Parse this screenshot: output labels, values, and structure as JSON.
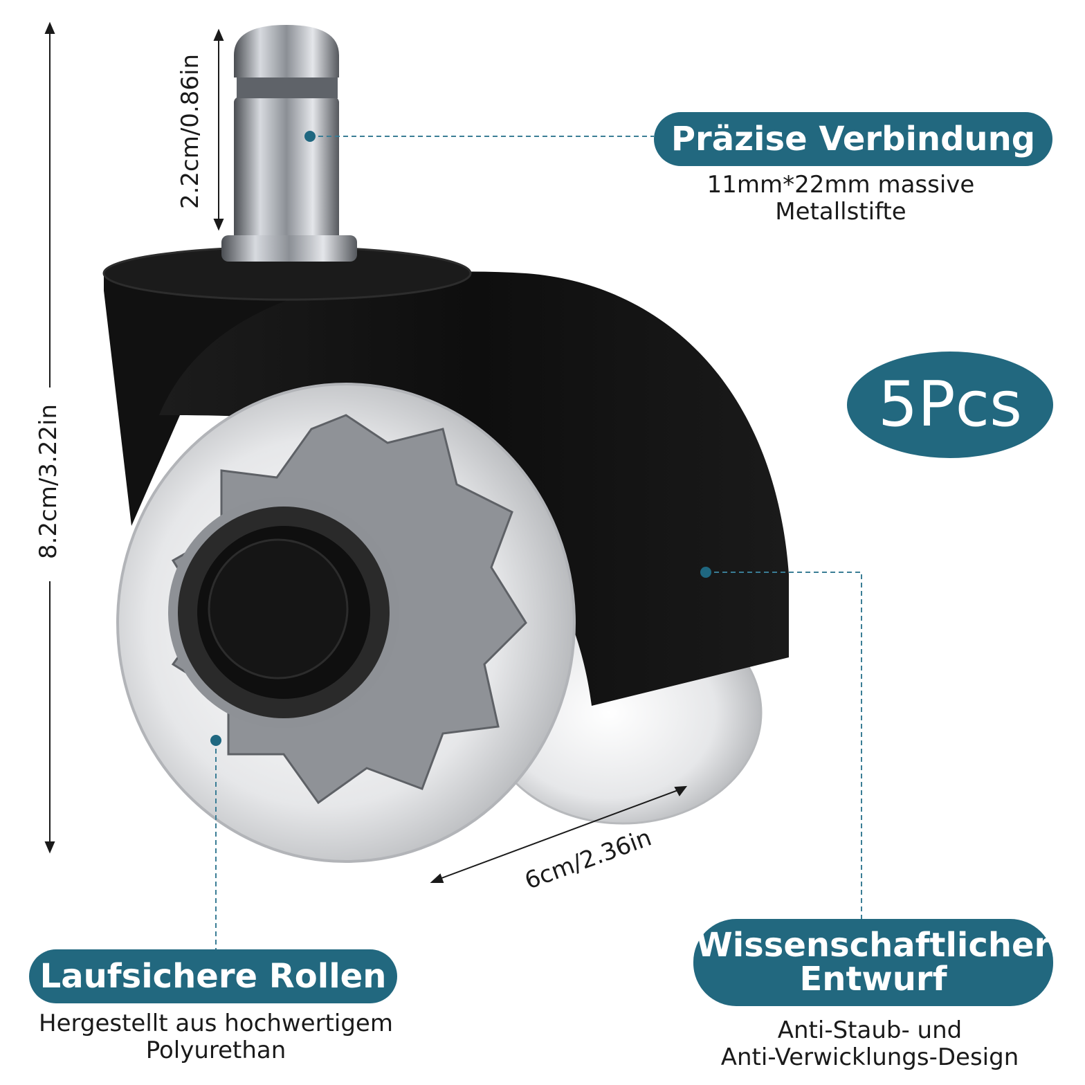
{
  "colors": {
    "accent": "#22687f",
    "leader_line": "#3a7d95",
    "housing": "#121212",
    "pin_metal": "#a9adb3",
    "wheel_spokes": "#8e9196"
  },
  "dimensions": {
    "total_height": "8.2cm/3.22in",
    "pin_height": "2.2cm/0.86in",
    "wheel_width": "6cm/2.36in"
  },
  "badge": {
    "label": "5Pcs"
  },
  "callouts": {
    "connection": {
      "title": "Präzise Verbindung",
      "desc_line1": "11mm*22mm massive",
      "desc_line2": "Metallstifte"
    },
    "rollers": {
      "title": "Laufsichere Rollen",
      "desc_line1": "Hergestellt aus hochwertigem",
      "desc_line2": "Polyurethan"
    },
    "design": {
      "title_line1": "Wissenschaftlicher",
      "title_line2": "Entwurf",
      "desc_line1": "Anti-Staub- und",
      "desc_line2": "Anti-Verwicklungs-Design"
    }
  }
}
